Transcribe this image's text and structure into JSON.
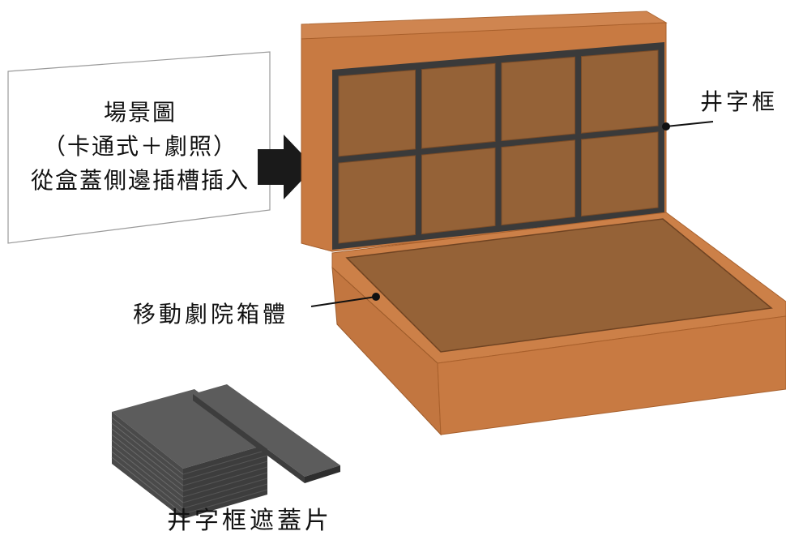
{
  "scene_card": {
    "lines": [
      "場景圖",
      "（卡通式＋劇照）",
      "從盒蓋側邊插槽插入"
    ]
  },
  "labels": {
    "frame": "井字框",
    "box": "移動劇院箱體",
    "covers": "井字框遮蓋片"
  },
  "grid": {
    "rows": 2,
    "cols": 4
  },
  "colors": {
    "box_orange": "#c87a42",
    "box_dark_orange": "#a9602c",
    "panel_brown": "#956237",
    "frame_dark": "#3a3a3a",
    "cover_gray": "#5c5c5c",
    "cover_dark": "#3d3d3d",
    "arrow": "#1a1a1a"
  }
}
